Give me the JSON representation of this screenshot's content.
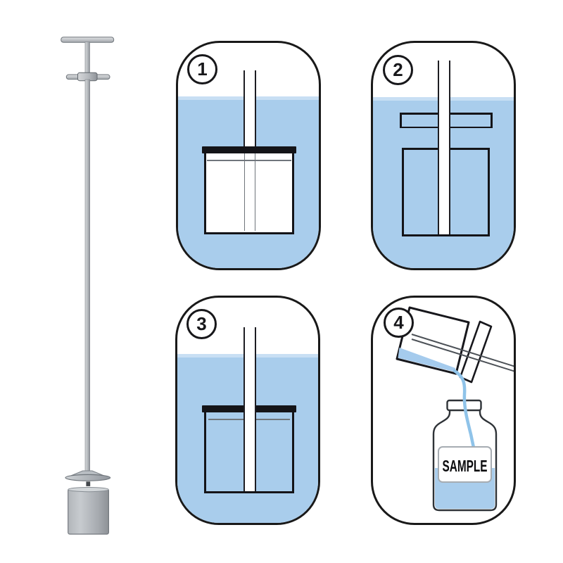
{
  "steps": [
    {
      "number": "1"
    },
    {
      "number": "2"
    },
    {
      "number": "3"
    },
    {
      "number": "4"
    }
  ],
  "bottle": {
    "label": "SAMPLE"
  },
  "colors": {
    "liquid": "#a9cdec",
    "liquid_surface": "#c8dff4",
    "pour_stream": "#8fc3e9",
    "outline": "#191919",
    "metal_gray": "#b4b8bd",
    "background": "#ffffff"
  }
}
